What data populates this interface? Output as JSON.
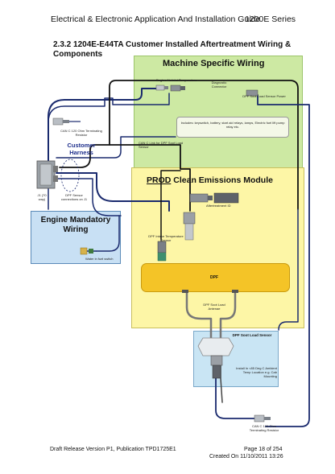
{
  "header": {
    "title": "Electrical & Electronic Application And Installation Guide",
    "series": "1200E Series"
  },
  "section_title": "2.3.2 1204E-E44TA Customer Installed Aftertreatment Wiring & Components",
  "diagram": {
    "machine_specific": "Machine Specific Wiring",
    "engine_air_inlet": "Engine Air Inlet Temperature",
    "diagnostic_connector": "Diagnostic Connector",
    "dpf_soot_sensor_power": "DPF Soot Load Sensor Power",
    "includes_label": "Includes: keyswitch, battery, start aid relays, lamps, Electric fuel lift pump relay etc.",
    "can_c_link": "CAN C Link for DPF Soot Load Sensor",
    "can_resistor_top": "CAN C 120 Ohm Terminating Resistor",
    "customer_harness": "Customer Harness",
    "j1_label": "J1 (70 way)",
    "dpf_sensor_connections": "DPF Sensor connections on J1",
    "engine_mandatory": "Engine Mandatory Wiring",
    "water_in_fuel": "Water in fuel switch",
    "prod_word": "PROD",
    "clean_emissions": "Clean Emissions Module",
    "aftertreatment_id": "Aftertreatment ID",
    "dpf_intake_temp": "DPF Intake Temperature Sensor",
    "dpf": "DPF",
    "dpf_soot_antenae": "DPF Soot Load Antenae",
    "dpf_soot_sensor": "DPF Soot Load Sensor",
    "install_note": "Install In <85 Deg C Ambient Temp Location e.g. Cab Mounting",
    "can_resistor_bottom": "CAN C 120 Ohm Terminating Resistor"
  },
  "footer": {
    "release": "Draft Release Version P1, Publication TPD1725E1",
    "page": "Page 18 of 254",
    "created": "Created On 11/10/2011 13:26"
  }
}
